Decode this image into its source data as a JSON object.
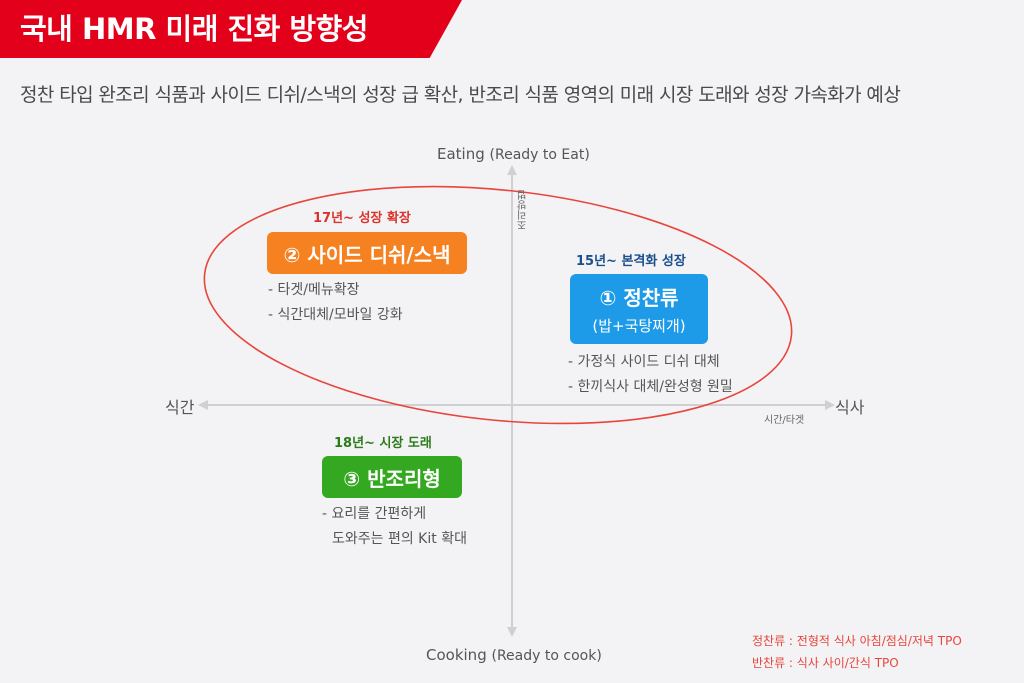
{
  "header": {
    "title": "국내 HMR 미래 진화 방향성",
    "subtitle": "정찬 타입 완조리 식품과 사이드 디쉬/스낵의 성장 급 확산, 반조리 식품 영역의 미래 시장 도래와 성장 가속화가 예상"
  },
  "axes": {
    "top_main": "Eating",
    "top_paren": "(Ready to Eat)",
    "bottom_main": "Cooking",
    "bottom_paren": "(Ready to cook)",
    "left": "식간",
    "right": "식사",
    "x_caption": "시간/타겟",
    "y_caption": "조리방법"
  },
  "quadrants": {
    "meal": {
      "timing": "15년~ 본격화 성장",
      "title": "① 정찬류",
      "subtitle": "(밥+국탕찌개)",
      "bullets": [
        "- 가정식 사이드 디쉬 대체",
        "- 한끼식사 대체/완성형 원밀"
      ],
      "color": "#1e9be8"
    },
    "side": {
      "timing": "17년~ 성장 확장",
      "title": "② 사이드 디쉬/스낵",
      "bullets": [
        "- 타겟/메뉴확장",
        "- 식간대체/모바일 강화"
      ],
      "color": "#f68121"
    },
    "semi": {
      "timing": "18년~ 시장 도래",
      "title": "③ 반조리형",
      "bullets": [
        "- 요리를 간편하게",
        "도와주는 편의 Kit 확대"
      ],
      "color": "#34a820"
    }
  },
  "notes": [
    "정찬류 : 전형적 식사 아침/점심/저녁 TPO",
    "반찬류 : 식사 사이/간식 TPO"
  ],
  "colors": {
    "brand_red": "#e2001a",
    "ellipse": "#e8453c",
    "timing_blue": "#1a4e8c",
    "timing_red": "#d9332b",
    "timing_green": "#2c7a1a"
  }
}
